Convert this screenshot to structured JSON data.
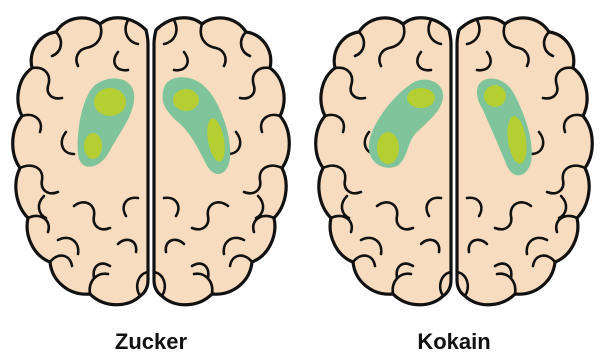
{
  "panels": [
    {
      "id": "sugar",
      "label": "Zucker"
    },
    {
      "id": "cocaine",
      "label": "Kokain"
    }
  ],
  "colors": {
    "brain_fill": "#f8dcc0",
    "brain_outline": "#111111",
    "activation_outer": "#7fc49a",
    "activation_inner": "#b5cf33",
    "background": "#ffffff",
    "caption_text": "#111111"
  }
}
